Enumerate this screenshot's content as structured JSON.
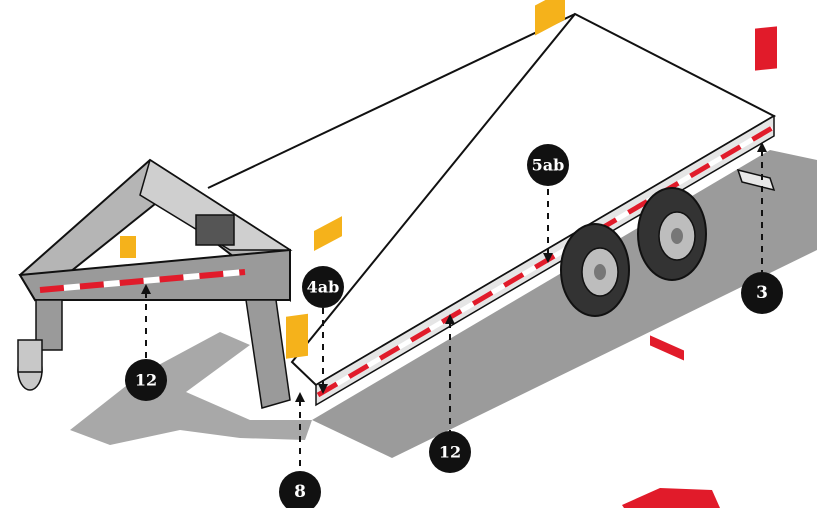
{
  "diagram": {
    "callouts": [
      {
        "id": "cab-stripe",
        "label": "12"
      },
      {
        "id": "side-stripe",
        "label": "12"
      },
      {
        "id": "front-corner",
        "label": "4ab"
      },
      {
        "id": "front-bottom",
        "label": "8"
      },
      {
        "id": "mid-marker",
        "label": "5ab"
      },
      {
        "id": "rear-corner",
        "label": "3"
      }
    ],
    "colors": {
      "reflective_red": "#e11b2a",
      "reflective_amber": "#f5b21b",
      "reflective_white": "#ffffff",
      "frame_gray": "#9a9a9a",
      "shadow_gray": "#9b9b9b",
      "callout_fill": "#111111",
      "deck_fill": "#ffffff",
      "tire_dark": "#333333"
    }
  }
}
